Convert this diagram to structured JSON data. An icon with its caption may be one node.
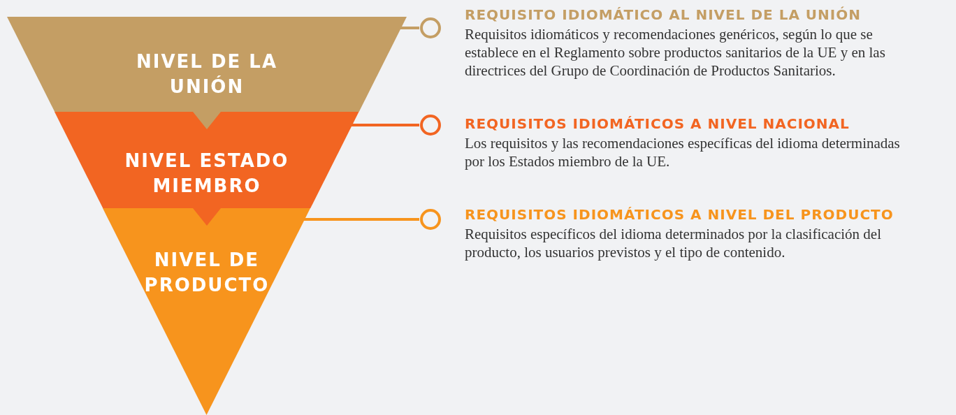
{
  "diagram": {
    "nodes": [
      {
        "text": [
          "NIVEL DE LA UNIÓN"
        ]
      },
      {
        "text": [
          "NIVEL ESTADO MIEMBRO"
        ]
      },
      {
        "text": [
          "NIVEL DE PRODUCTO"
        ]
      },
      {
        "text": [
          "REQUISITO IDIOMÁTICO AL NIVEL DE LA UNIÓN",
          "Requisitos idiomáticos y recomendaciones genéricos, según lo que se establece en el Reglamento sobre productos sanitarios de la UE y en las directrices del Grupo de Coordinación de Productos Sanitarios."
        ]
      },
      {
        "text": [
          "REQUISITOS IDIOMÁTICOS A NIVEL NACIONAL",
          "Los requisitos y las recomendaciones específicas del idioma determinadas por los Estados miembro de la UE."
        ]
      },
      {
        "text": [
          "REQUISITOS IDIOMÁTICOS A NIVEL DEL PRODUCTO",
          "Requisitos específicos del idioma determinados por la clasificación del producto, los usuarios previstos y el tipo de contenido."
        ]
      }
    ],
    "edges": [
      {
        "from": 0,
        "to": 3,
        "arrow": "none",
        "color": "#c49e64"
      },
      {
        "from": 1,
        "to": 4,
        "arrow": "none",
        "color": "#f26522"
      },
      {
        "from": 2,
        "to": 5,
        "arrow": "none",
        "color": "#f7941d"
      }
    ]
  }
}
